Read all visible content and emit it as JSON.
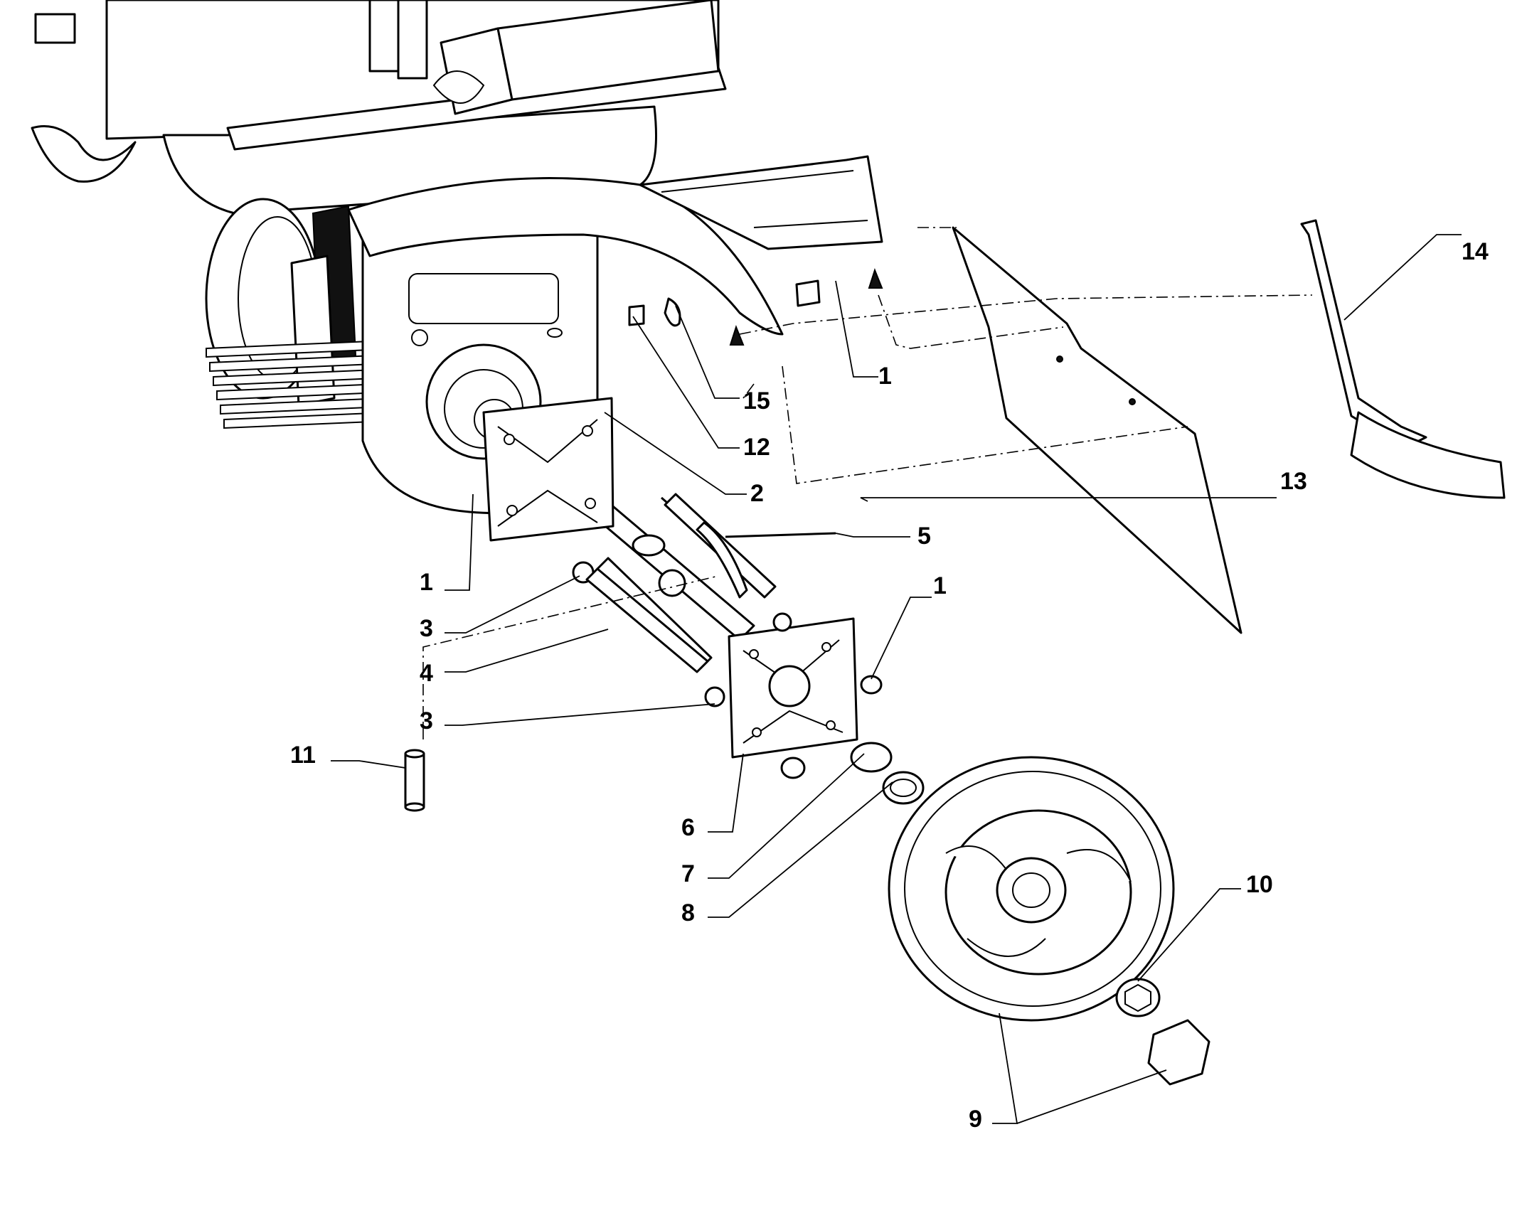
{
  "diagram": {
    "callouts": [
      {
        "id": "1a",
        "text": "1"
      },
      {
        "id": "1b",
        "text": "1"
      },
      {
        "id": "1c",
        "text": "1"
      },
      {
        "id": "2",
        "text": "2"
      },
      {
        "id": "3a",
        "text": "3"
      },
      {
        "id": "3b",
        "text": "3"
      },
      {
        "id": "4",
        "text": "4"
      },
      {
        "id": "5",
        "text": "5"
      },
      {
        "id": "6",
        "text": "6"
      },
      {
        "id": "7",
        "text": "7"
      },
      {
        "id": "8",
        "text": "8"
      },
      {
        "id": "9",
        "text": "9"
      },
      {
        "id": "10",
        "text": "10"
      },
      {
        "id": "11",
        "text": "11"
      },
      {
        "id": "12",
        "text": "12"
      },
      {
        "id": "13",
        "text": "13"
      },
      {
        "id": "14",
        "text": "14"
      },
      {
        "id": "15",
        "text": "15"
      }
    ]
  }
}
